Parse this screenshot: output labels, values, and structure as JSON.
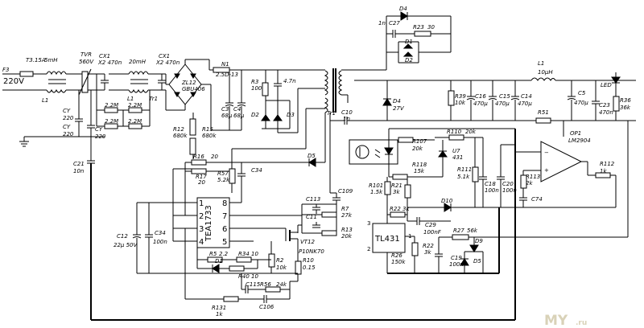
{
  "input": {
    "fuse": "F3",
    "fuse_rating": "T3.15A",
    "choke": "5mH",
    "mains": "220V",
    "l1": "L1"
  },
  "tvr": {
    "name": "TVR",
    "value": "560V"
  },
  "cx1a": {
    "name": "CX1",
    "value": "X2 470n"
  },
  "cx1b": {
    "name": "CX1",
    "value": "X2 470n"
  },
  "choke2": {
    "value": "20mH",
    "l1": "L1",
    "tr1": "Tr1"
  },
  "cy1": {
    "name": "CY",
    "value": "220"
  },
  "cy2": {
    "name": "CY",
    "value": "220"
  },
  "cy3": {
    "name": "CY",
    "value": "220"
  },
  "r22m": [
    "2.2M",
    "2.2M",
    "2.2M",
    "2.2M"
  ],
  "bridge": {
    "name": "ZL12",
    "part": "GBU406"
  },
  "ntc": {
    "name": "N1",
    "value": "2.5D-13"
  },
  "c21": {
    "name": "C21",
    "value": "10n"
  },
  "c3": {
    "name": "C3",
    "value": "68µ"
  },
  "c4": {
    "name": "C4",
    "value": "68µ"
  },
  "r3": {
    "name": "R3",
    "value": "100k"
  },
  "c47n": {
    "value": "4.7n"
  },
  "d2": "D2",
  "d3": "D3",
  "r12": {
    "name": "R12",
    "value": "680k"
  },
  "r15": {
    "name": "R15",
    "value": "680k"
  },
  "r16": {
    "name": "R16",
    "value": "20"
  },
  "r17": {
    "name": "R17",
    "value": "20"
  },
  "r57": {
    "name": "R57",
    "value": "5.2k"
  },
  "c34a": "C34",
  "c34b": {
    "name": "C34",
    "value": "100n"
  },
  "d5": "D5",
  "ic_main": {
    "name": "TEA1733",
    "pins": [
      "1",
      "2",
      "3",
      "4",
      "8",
      "7",
      "6",
      "5"
    ]
  },
  "c12": {
    "name": "C12",
    "value": "22µ 50V"
  },
  "c113": "C113",
  "c109": "C109",
  "c11": "C11",
  "r7": {
    "name": "R7",
    "value": "27k"
  },
  "r13": {
    "name": "R13",
    "value": "20k"
  },
  "vt12": {
    "name": "VT12",
    "part": "P10NK70"
  },
  "r5": {
    "name": "R5",
    "value": "2.2"
  },
  "r34": {
    "name": "R34",
    "value": "10"
  },
  "d1b": "D1",
  "r40": {
    "name": "R40",
    "value": "10"
  },
  "r2": {
    "name": "R2",
    "value": "10k"
  },
  "r10": {
    "name": "R10",
    "value": "0.15"
  },
  "c115": "C115",
  "r56": {
    "name": "R56",
    "value": "24k"
  },
  "c106": "C106",
  "r131": {
    "name": "R131",
    "value": "1k"
  },
  "snubber": {
    "c27": "C27",
    "c27v": "1n",
    "d4": "D4",
    "r23": "R23",
    "r23v": "30",
    "d1": "D1",
    "d2": "D2"
  },
  "tr1": "Tr1",
  "d4_out": {
    "name": "D4",
    "value": "27V"
  },
  "c10": {
    "name": "C10",
    "value": "1n"
  },
  "r39": {
    "name": "R39",
    "value": "10k"
  },
  "c16": {
    "name": "C16",
    "value": "470µ"
  },
  "c15": {
    "name": "C15",
    "value": "470µ"
  },
  "c14": {
    "name": "C14",
    "value": "470µ"
  },
  "l1_out": {
    "name": "L1",
    "value": "10µH"
  },
  "c5": {
    "name": "C5",
    "value": "470µ"
  },
  "c23": {
    "name": "C23",
    "value": "470n"
  },
  "led": "LED",
  "r36": {
    "name": "R36",
    "value": "36k"
  },
  "r51": "R51",
  "opamp": {
    "name": "OP1",
    "part": "LM2904"
  },
  "r107": {
    "name": "R107",
    "value": "20k"
  },
  "r110": {
    "name": "R110",
    "value": "20k"
  },
  "u7": {
    "name": "U7",
    "value": "431"
  },
  "r118": {
    "name": "R118",
    "value": "15k"
  },
  "r111": {
    "name": "R111",
    "value": "5.1k"
  },
  "c18": {
    "name": "C18",
    "value": "100n"
  },
  "c20": {
    "name": "C20",
    "value": "100n"
  },
  "r113": {
    "name": "R113",
    "value": "2k"
  },
  "r112": {
    "name": "R112",
    "value": "1k"
  },
  "c74": "C74",
  "r101": {
    "name": "R101",
    "value": "1.5k"
  },
  "r21": {
    "name": "R21",
    "value": "3k"
  },
  "d10": "D10",
  "r223": {
    "name": "R22",
    "value": "3k"
  },
  "tl431": {
    "name": "TL431",
    "pins": [
      "3",
      "2",
      "1"
    ]
  },
  "c29": {
    "name": "C29",
    "value": "100nF"
  },
  "r27": {
    "name": "R27",
    "value": "56k"
  },
  "d9": "D9",
  "r22": {
    "name": "R22",
    "value": "3k"
  },
  "r26": {
    "name": "R26",
    "value": "150k"
  },
  "c19": {
    "name": "C19",
    "value": "100n"
  },
  "d5b": "D5",
  "watermark": {
    "main": "MY",
    "sub": ".ru"
  }
}
